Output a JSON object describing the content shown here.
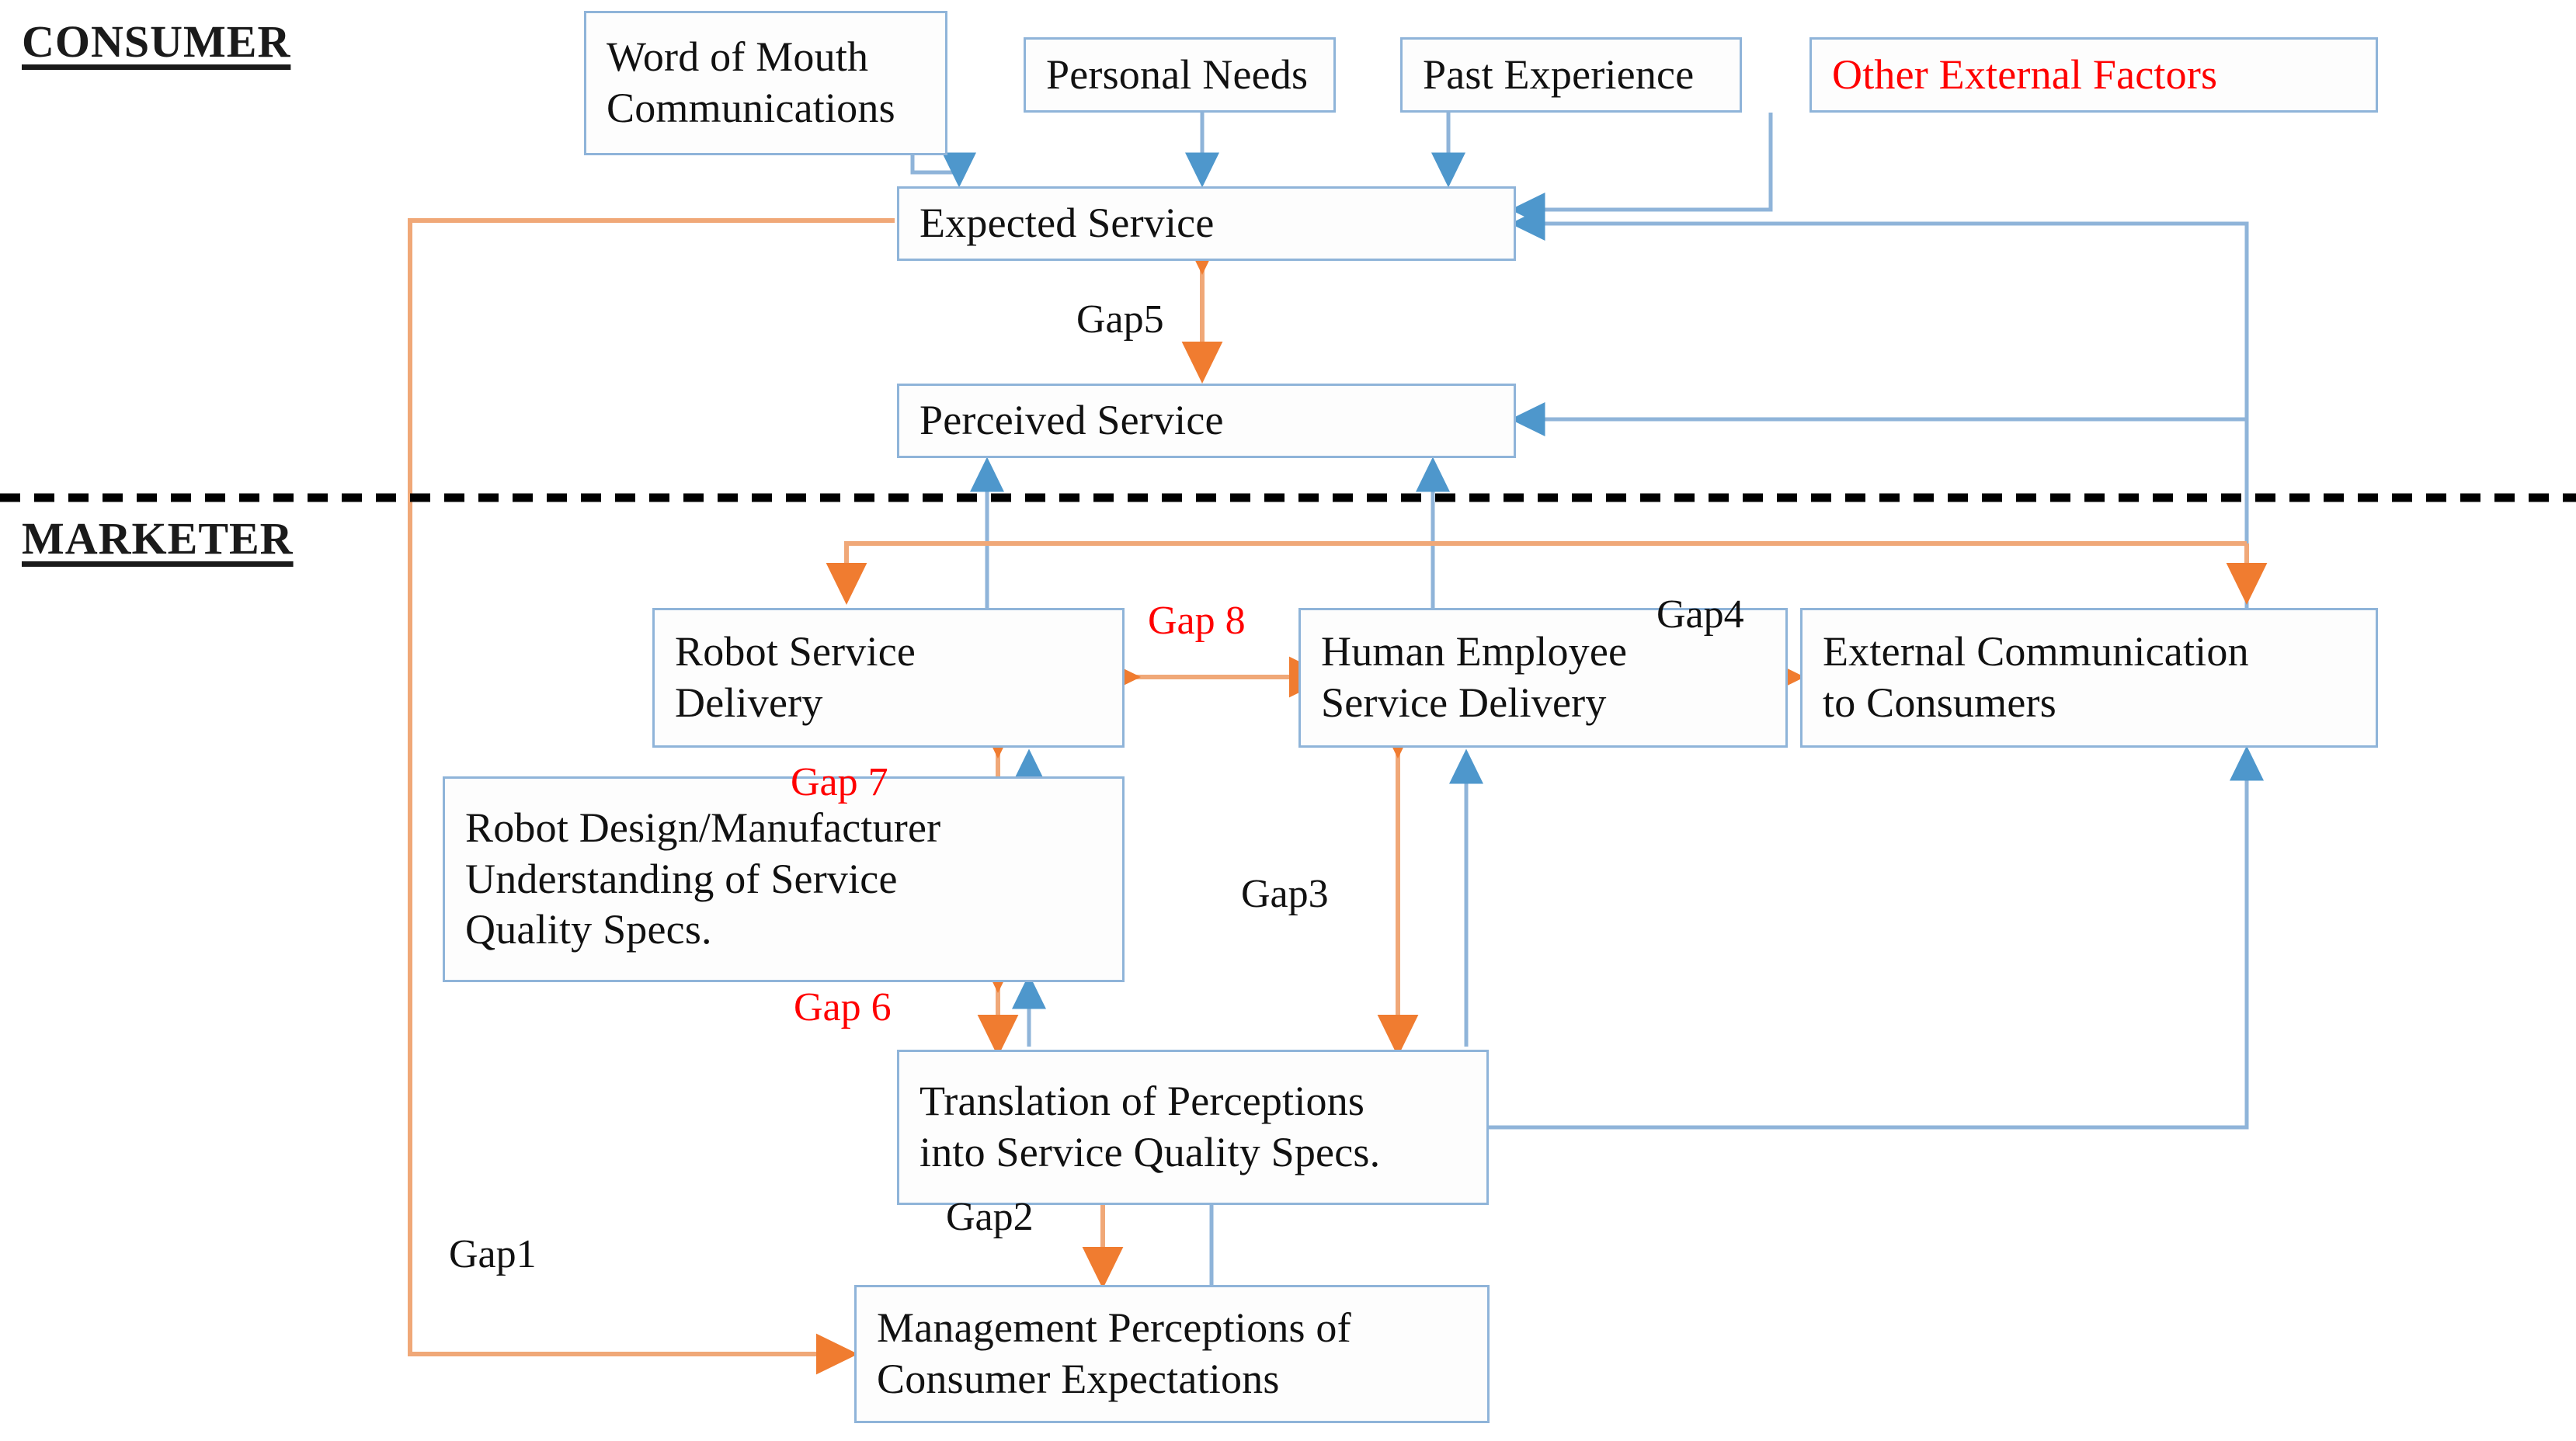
{
  "diagram": {
    "title": "Extended Service Quality Gaps Model with Robot Service Delivery",
    "colors": {
      "box_border": "#8FB4D9",
      "blue_arrow": "#7EAFD6",
      "orange_arrow": "#F0A070",
      "red_text": "#FF0000",
      "divider": "#000000",
      "text": "#111111"
    },
    "zones": [
      {
        "id": "consumer",
        "label": "CONSUMER"
      },
      {
        "id": "marketer",
        "label": "MARKETER"
      }
    ],
    "divider": {
      "style": "dashed",
      "label": ""
    },
    "boxes": [
      {
        "id": "word-of-mouth",
        "lines": [
          "Word of Mouth",
          "Communications"
        ],
        "color": "black"
      },
      {
        "id": "personal-needs",
        "lines": [
          "Personal Needs"
        ],
        "color": "black"
      },
      {
        "id": "past-experience",
        "lines": [
          "Past Experience"
        ],
        "color": "black"
      },
      {
        "id": "other-external",
        "lines": [
          "Other External Factors"
        ],
        "color": "red"
      },
      {
        "id": "expected-service",
        "lines": [
          "Expected Service"
        ],
        "color": "black"
      },
      {
        "id": "perceived-service",
        "lines": [
          "Perceived Service"
        ],
        "color": "black"
      },
      {
        "id": "robot-service",
        "lines": [
          "Robot Service",
          "Delivery"
        ],
        "color": "black"
      },
      {
        "id": "human-service",
        "lines": [
          "Human Employee",
          "Service Delivery"
        ],
        "color": "black"
      },
      {
        "id": "external-comm",
        "lines": [
          "External Communication",
          "to Consumers"
        ],
        "color": "black"
      },
      {
        "id": "robot-design",
        "lines": [
          "Robot Design/Manufacturer",
          "Understanding of Service",
          "Quality Specs."
        ],
        "color": "black"
      },
      {
        "id": "translation",
        "lines": [
          "Translation of Perceptions",
          "into Service Quality Specs."
        ],
        "color": "black"
      },
      {
        "id": "mgmt-perceptions",
        "lines": [
          "Management Perceptions of",
          "Consumer Expectations"
        ],
        "color": "black"
      }
    ],
    "gaps": [
      {
        "id": "gap1",
        "label": "Gap1",
        "color": "black"
      },
      {
        "id": "gap2",
        "label": "Gap2",
        "color": "black"
      },
      {
        "id": "gap3",
        "label": "Gap3",
        "color": "black"
      },
      {
        "id": "gap4",
        "label": "Gap4",
        "color": "black"
      },
      {
        "id": "gap5",
        "label": "Gap5",
        "color": "black"
      },
      {
        "id": "gap6",
        "label": "Gap 6",
        "color": "red"
      },
      {
        "id": "gap7",
        "label": "Gap 7",
        "color": "red"
      },
      {
        "id": "gap8",
        "label": "Gap 8",
        "color": "red"
      }
    ]
  }
}
